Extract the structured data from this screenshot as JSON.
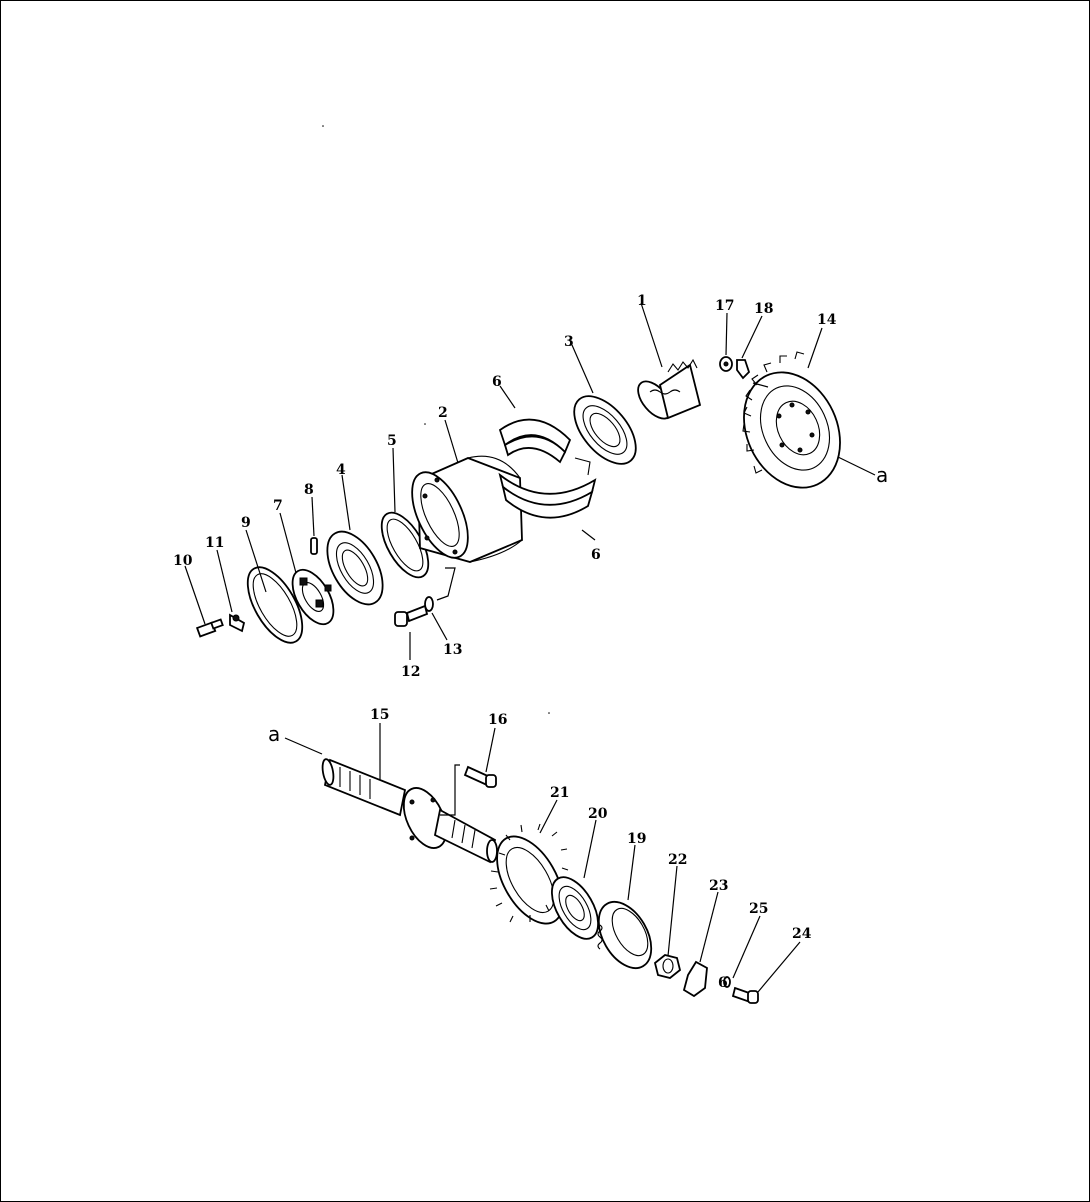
{
  "diagram": {
    "labels": {
      "p1": "1",
      "p2": "2",
      "p3": "3",
      "p4": "4",
      "p5": "5",
      "p6_top": "6",
      "p6_bottom": "6",
      "p7": "7",
      "p8": "8",
      "p9": "9",
      "p10": "10",
      "p11": "11",
      "p12": "12",
      "p13": "13",
      "p14": "14",
      "p15": "15",
      "p16": "16",
      "p17": "17",
      "p18": "18",
      "p19": "19",
      "p20": "20",
      "p21": "21",
      "p22": "22",
      "p23": "23",
      "p24": "24",
      "p25": "25",
      "p6_small": "6",
      "a_top": "a",
      "a_bottom": "a"
    }
  }
}
